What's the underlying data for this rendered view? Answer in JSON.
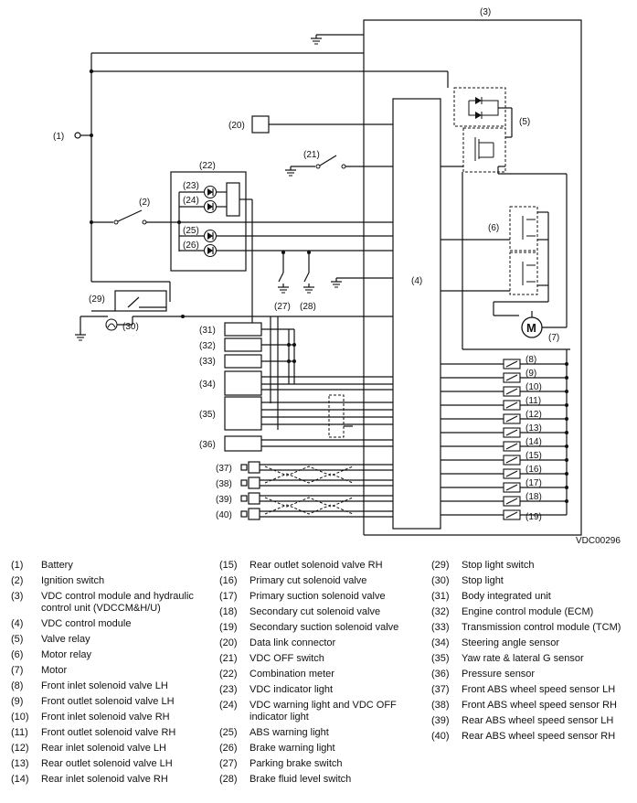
{
  "diagram_code": "VDC00296",
  "labels": {
    "n1": "(1)",
    "n2": "(2)",
    "n3": "(3)",
    "n4": "(4)",
    "n5": "(5)",
    "n6": "(6)",
    "n7": "(7)",
    "n8": "(8)",
    "n9": "(9)",
    "n10": "(10)",
    "n11": "(11)",
    "n12": "(12)",
    "n13": "(13)",
    "n14": "(14)",
    "n15": "(15)",
    "n16": "(16)",
    "n17": "(17)",
    "n18": "(18)",
    "n19": "(19)",
    "n20": "(20)",
    "n21": "(21)",
    "n22": "(22)",
    "n23": "(23)",
    "n24": "(24)",
    "n25": "(25)",
    "n26": "(26)",
    "n27": "(27)",
    "n28": "(28)",
    "n29": "(29)",
    "n30": "(30)",
    "n31": "(31)",
    "n32": "(32)",
    "n33": "(33)",
    "n34": "(34)",
    "n35": "(35)",
    "n36": "(36)",
    "n37": "(37)",
    "n38": "(38)",
    "n39": "(39)",
    "n40": "(40)",
    "motor_symbol": "M"
  },
  "legend": {
    "col1": [
      {
        "num": "(1)",
        "label": "Battery"
      },
      {
        "num": "(2)",
        "label": "Ignition switch"
      },
      {
        "num": "(3)",
        "label": "VDC control module and hydraulic control unit (VDCCM&H/U)"
      },
      {
        "num": "(4)",
        "label": "VDC control module"
      },
      {
        "num": "(5)",
        "label": "Valve relay"
      },
      {
        "num": "(6)",
        "label": "Motor relay"
      },
      {
        "num": "(7)",
        "label": "Motor"
      },
      {
        "num": "(8)",
        "label": "Front inlet solenoid valve LH"
      },
      {
        "num": "(9)",
        "label": "Front outlet solenoid valve LH"
      },
      {
        "num": "(10)",
        "label": "Front inlet solenoid valve RH"
      },
      {
        "num": "(11)",
        "label": "Front outlet solenoid valve RH"
      },
      {
        "num": "(12)",
        "label": "Rear inlet solenoid valve LH"
      },
      {
        "num": "(13)",
        "label": "Rear outlet solenoid valve LH"
      },
      {
        "num": "(14)",
        "label": "Rear inlet solenoid valve RH"
      }
    ],
    "col2": [
      {
        "num": "(15)",
        "label": "Rear outlet solenoid valve RH"
      },
      {
        "num": "(16)",
        "label": "Primary cut solenoid valve"
      },
      {
        "num": "(17)",
        "label": "Primary suction solenoid valve"
      },
      {
        "num": "(18)",
        "label": "Secondary cut solenoid valve"
      },
      {
        "num": "(19)",
        "label": "Secondary suction solenoid valve"
      },
      {
        "num": "(20)",
        "label": "Data link connector"
      },
      {
        "num": "(21)",
        "label": "VDC OFF switch"
      },
      {
        "num": "(22)",
        "label": "Combination meter"
      },
      {
        "num": "(23)",
        "label": "VDC indicator light"
      },
      {
        "num": "(24)",
        "label": "VDC warning light and VDC OFF indicator light"
      },
      {
        "num": "(25)",
        "label": "ABS warning light"
      },
      {
        "num": "(26)",
        "label": "Brake warning light"
      },
      {
        "num": "(27)",
        "label": "Parking brake switch"
      },
      {
        "num": "(28)",
        "label": "Brake fluid level switch"
      }
    ],
    "col3": [
      {
        "num": "(29)",
        "label": "Stop light switch"
      },
      {
        "num": "(30)",
        "label": "Stop light"
      },
      {
        "num": "(31)",
        "label": "Body integrated unit"
      },
      {
        "num": "(32)",
        "label": "Engine control module (ECM)"
      },
      {
        "num": "(33)",
        "label": "Transmission control module (TCM)"
      },
      {
        "num": "(34)",
        "label": "Steering angle sensor"
      },
      {
        "num": "(35)",
        "label": "Yaw rate & lateral G sensor"
      },
      {
        "num": "(36)",
        "label": "Pressure sensor"
      },
      {
        "num": "(37)",
        "label": "Front ABS wheel speed sensor LH"
      },
      {
        "num": "(38)",
        "label": "Front ABS wheel speed sensor RH"
      },
      {
        "num": "(39)",
        "label": "Rear ABS wheel speed sensor LH"
      },
      {
        "num": "(40)",
        "label": "Rear ABS wheel speed sensor RH"
      }
    ]
  }
}
